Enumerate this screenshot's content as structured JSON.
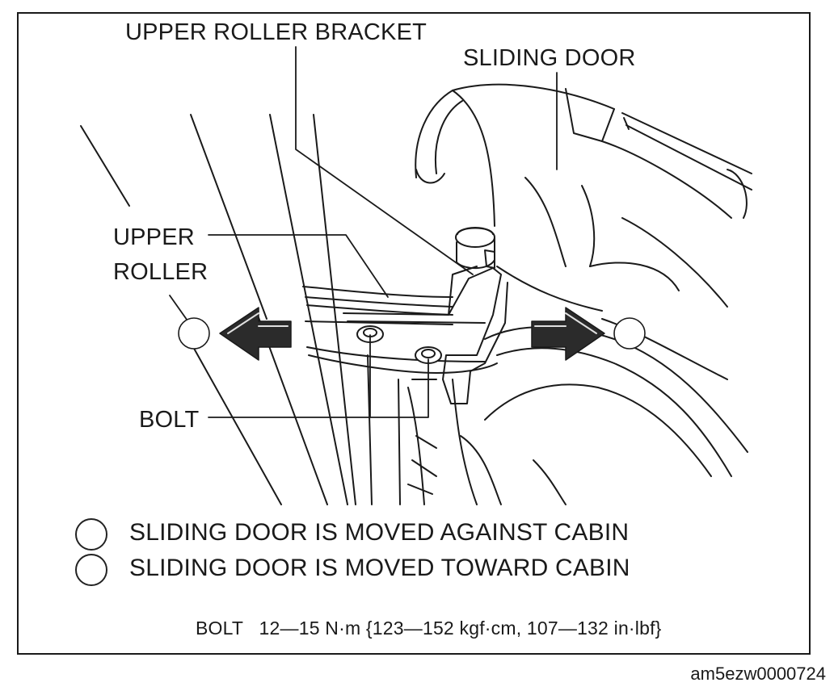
{
  "labels": {
    "upper_roller_bracket": "UPPER ROLLER BRACKET",
    "sliding_door": "SLIDING DOOR",
    "upper_roller_line1": "UPPER",
    "upper_roller_line2": "ROLLER",
    "bolt": "BOLT"
  },
  "legend": [
    {
      "text": "SLIDING DOOR IS MOVED AGAINST CABIN"
    },
    {
      "text": "SLIDING DOOR IS MOVED TOWARD CABIN"
    }
  ],
  "torque_spec": "BOLT   12—15 N·m {123—152 kgf·cm, 107—132 in·lbf}",
  "figure_code": "am5ezw0000724",
  "colors": {
    "ink": "#1a1a1a",
    "arrow_fill": "#2b2b2b",
    "arrow_edge": "#e8e8e8"
  }
}
